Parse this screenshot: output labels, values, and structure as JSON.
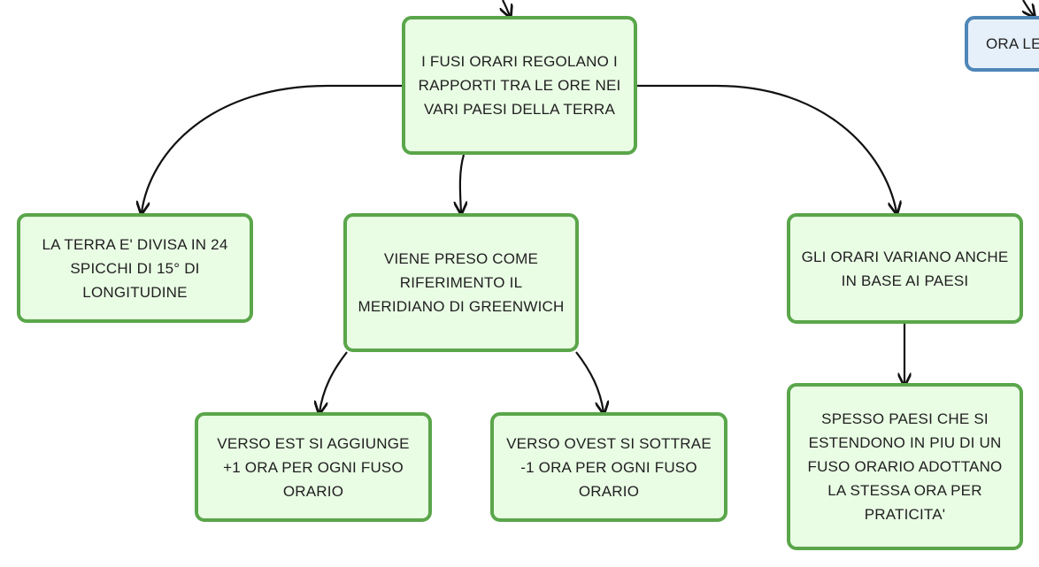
{
  "colors": {
    "green_border": "#5aa64a",
    "green_fill": "#e9fce4",
    "blue_border": "#4e86b8",
    "blue_fill": "#e6f0fa",
    "edge": "#111111"
  },
  "nodes": {
    "root": "I FUSI ORARI REGOLANO I RAPPORTI TRA LE ORE NEI VARI PAESI DELLA TERRA",
    "spicchi": "LA TERRA E' DIVISA IN 24 SPICCHI DI 15° DI LONGITUDINE",
    "greenwich": "VIENE PRESO COME RIFERIMENTO IL MERIDIANO DI GREENWICH",
    "orari": "GLI ORARI VARIANO ANCHE IN BASE AI PAESI",
    "est": "VERSO EST SI AGGIUNGE +1 ORA PER OGNI FUSO ORARIO",
    "ovest": "VERSO OVEST SI SOTTRAE -1 ORA PER OGNI FUSO ORARIO",
    "spesso": "SPESSO PAESI CHE SI ESTENDONO IN PIU DI UN FUSO ORARIO ADOTTANO LA STESSA ORA PER PRATICITA'",
    "ora_partial": "ORA LE"
  }
}
